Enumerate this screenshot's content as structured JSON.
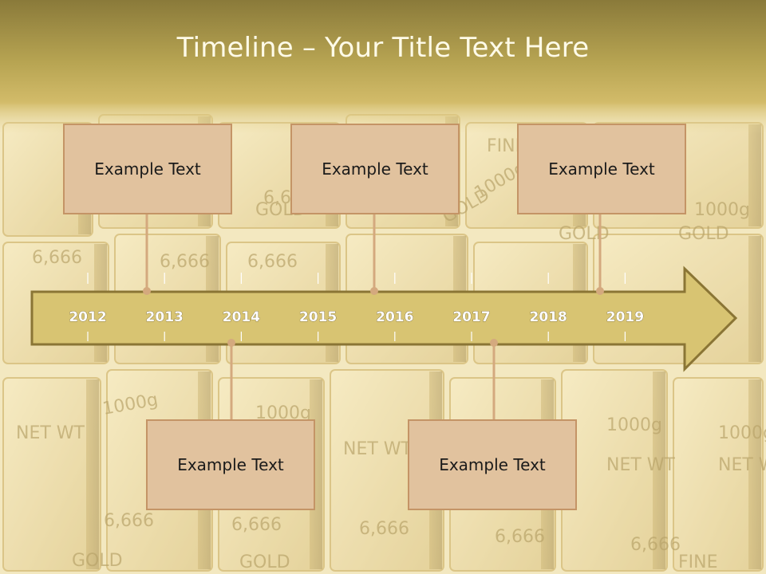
{
  "title": "Timeline – Your Title Text Here",
  "events": [
    {
      "label": "Example Text"
    },
    {
      "label": "Example Text"
    },
    {
      "label": "Example Text"
    },
    {
      "label": "Example Text"
    },
    {
      "label": "Example Text"
    }
  ],
  "timeline": {
    "years": [
      "2012",
      "2013",
      "2014",
      "2015",
      "2016",
      "2017",
      "2018",
      "2019"
    ]
  },
  "background": {
    "bar_text": [
      "NET WT",
      "1000g",
      "6,666",
      "GOLD",
      "FINE"
    ]
  },
  "colors": {
    "header_top": "#8a7a3a",
    "header_bottom": "#c9b15e",
    "arrow_fill": "#d8c472",
    "arrow_stroke": "#8a7535",
    "box_fill": "#e1c29e",
    "box_border": "#c49466",
    "connector": "#d4a97e"
  }
}
